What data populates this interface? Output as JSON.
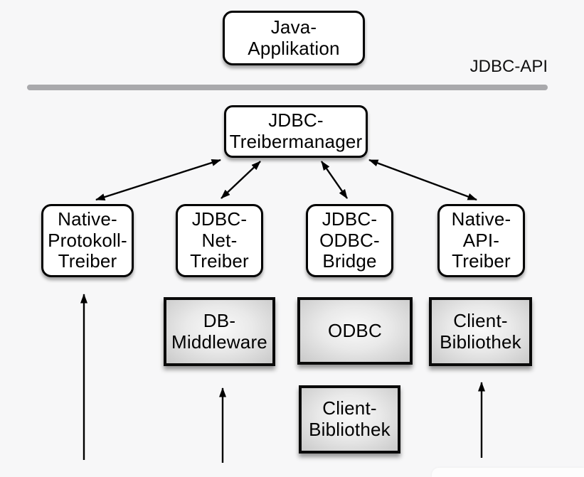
{
  "labels": {
    "jdbc_api": "JDBC-API"
  },
  "nodes": {
    "java_app": {
      "label": "Java-\nApplikation"
    },
    "treibermanager": {
      "label": "JDBC-\nTreibermanager"
    },
    "native_protokoll": {
      "label": "Native-\nProtokoll-\nTreiber"
    },
    "jdbc_net": {
      "label": "JDBC-\nNet-\nTreiber"
    },
    "jdbc_odbc": {
      "label": "JDBC-\nODBC-\nBridge"
    },
    "native_api": {
      "label": "Native-\nAPI-\nTreiber"
    },
    "db_middleware": {
      "label": "DB-\nMiddleware"
    },
    "odbc": {
      "label": "ODBC"
    },
    "client_bibliothek_right": {
      "label": "Client-\nBibliothek"
    },
    "client_bibliothek_bottom": {
      "label": "Client-\nBibliothek"
    }
  },
  "edges": [
    {
      "from": "jdbc-treibermanager",
      "to": "native-protokoll-treiber",
      "type": "bidirectional"
    },
    {
      "from": "jdbc-treibermanager",
      "to": "jdbc-net-treiber",
      "type": "bidirectional"
    },
    {
      "from": "jdbc-treibermanager",
      "to": "jdbc-odbc-bridge",
      "type": "bidirectional"
    },
    {
      "from": "jdbc-treibermanager",
      "to": "native-api-treiber",
      "type": "bidirectional"
    },
    {
      "from": "below-diagram",
      "to": "native-protokoll-treiber",
      "type": "arrow-up"
    },
    {
      "from": "below-diagram",
      "to": "db-middleware",
      "type": "arrow-up"
    },
    {
      "from": "below-diagram",
      "to": "client-bibliothek-right",
      "type": "arrow-up"
    }
  ],
  "colors": {
    "background": "#f7f7f8",
    "box_fill_white": "#ffffff",
    "box_fill_gray": "#d9d9d9",
    "box_border": "#000000",
    "divider": "#a9a9ac",
    "text": "#000000"
  }
}
